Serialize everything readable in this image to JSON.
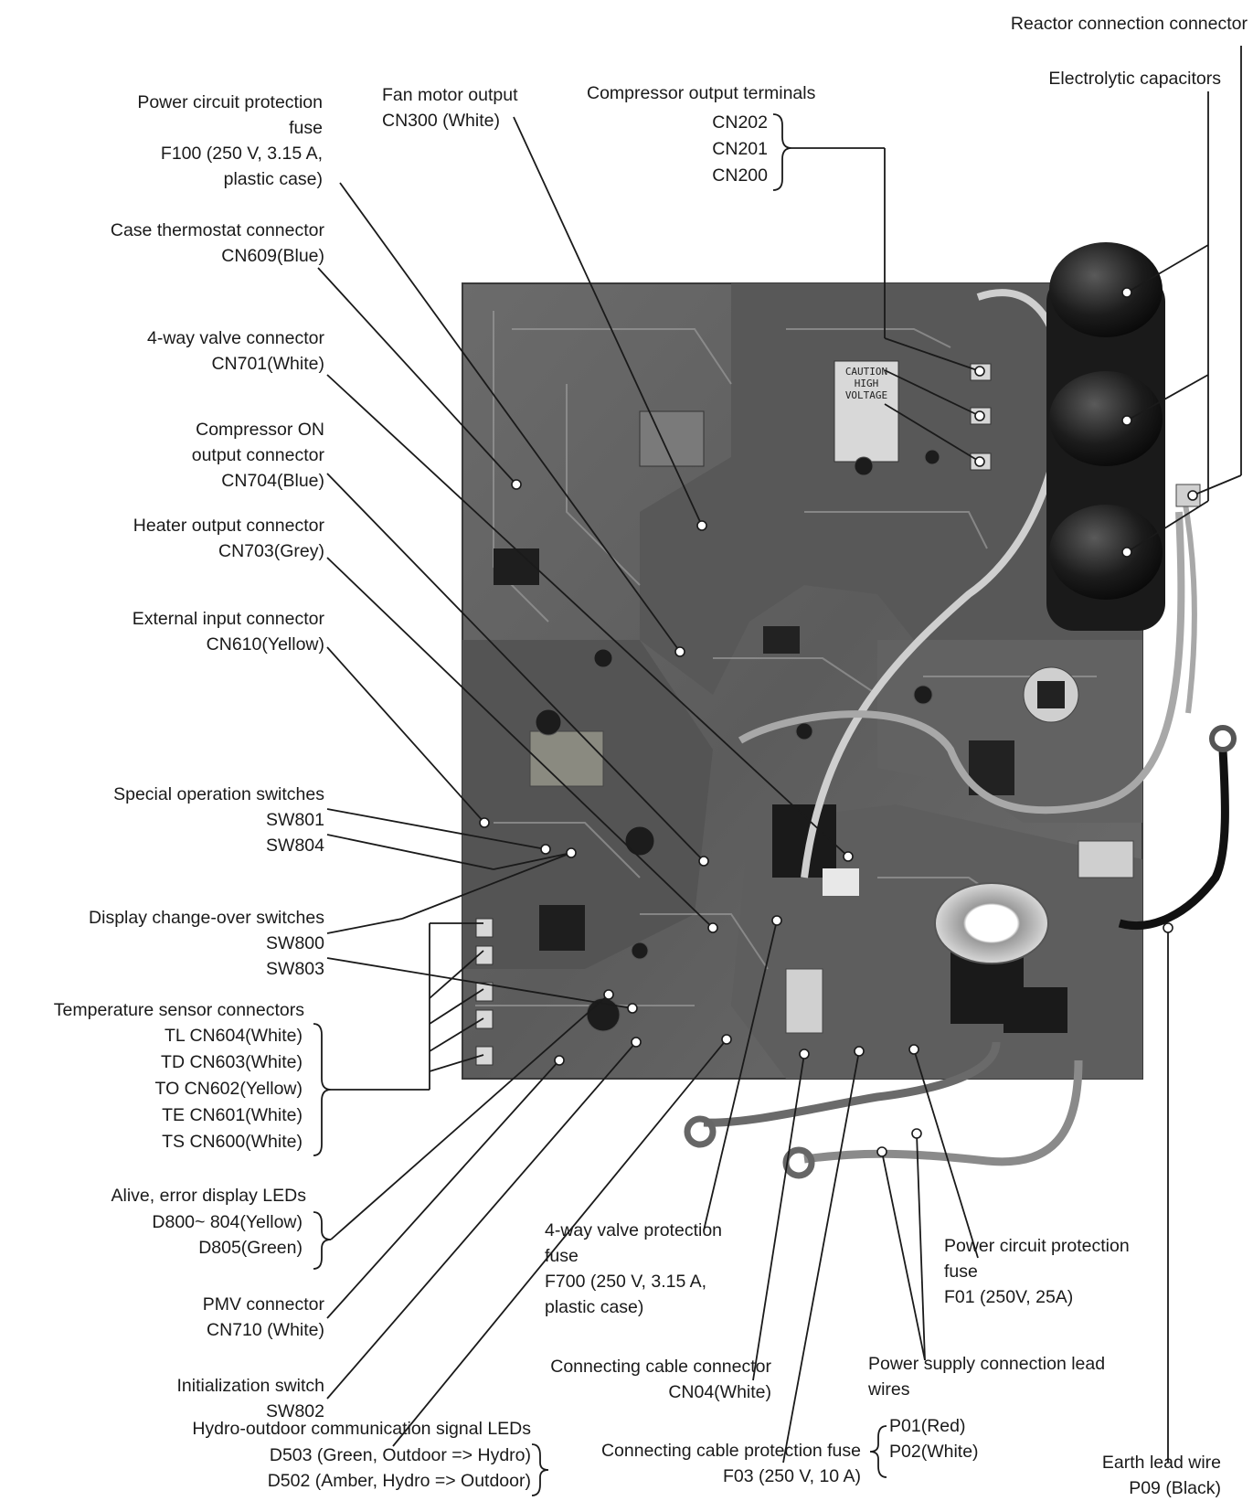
{
  "labels": {
    "reactor": "Reactor connection connector",
    "electrolytic": "Electrolytic capacitors",
    "f100": [
      "Power circuit protection",
      "fuse",
      "F100 (250 V, 3.15 A,",
      "plastic case)"
    ],
    "fan": [
      "Fan motor output",
      "CN300 (White)"
    ],
    "comp_out_title": "Compressor output terminals",
    "comp_out": [
      "CN202",
      "CN201",
      "CN200"
    ],
    "case_thermo": [
      "Case thermostat connector",
      "CN609(Blue)"
    ],
    "fourway": [
      "4-way valve connector",
      "CN701(White)"
    ],
    "comp_on": [
      "Compressor ON",
      "output connector",
      "CN704(Blue)"
    ],
    "heater": [
      "Heater output connector",
      "CN703(Grey)"
    ],
    "ext_input": [
      "External input connector",
      "CN610(Yellow)"
    ],
    "special_sw": [
      "Special operation switches",
      "SW801",
      "SW804"
    ],
    "display_sw": [
      "Display change-over switches",
      "SW800",
      "SW803"
    ],
    "temp_title": "Temperature sensor connectors",
    "temp_list": [
      "TL CN604(White)",
      "TD CN603(White)",
      "TO CN602(Yellow)",
      "TE CN601(White)",
      "TS CN600(White)"
    ],
    "leds_title": "Alive, error display LEDs",
    "leds": [
      "D800~ 804(Yellow)",
      "D805(Green)"
    ],
    "pmv": [
      "PMV connector",
      "CN710 (White)"
    ],
    "init_sw": [
      "Initialization switch",
      "SW802"
    ],
    "comm_title": "Hydro-outdoor communication  signal LEDs",
    "comm": [
      "D503 (Green, Outdoor => Hydro)",
      "D502 (Amber, Hydro => Outdoor)"
    ],
    "f700": [
      "4-way valve protection",
      "fuse",
      "F700 (250 V, 3.15 A,",
      "plastic case)"
    ],
    "cn04": [
      "Connecting cable connector",
      "CN04(White)"
    ],
    "f03": [
      "Connecting cable protection fuse",
      "F03 (250 V, 10 A)"
    ],
    "f01": [
      "Power circuit protection",
      "fuse",
      "F01 (250V, 25A)"
    ],
    "psu_title": [
      "Power supply connection lead",
      "wires"
    ],
    "psu": [
      "P01(Red)",
      "P02(White)"
    ],
    "earth": [
      "Earth lead wire",
      "P09 (Black)"
    ],
    "caution": [
      "CAUTION",
      "HIGH",
      "VOLTAGE"
    ]
  }
}
